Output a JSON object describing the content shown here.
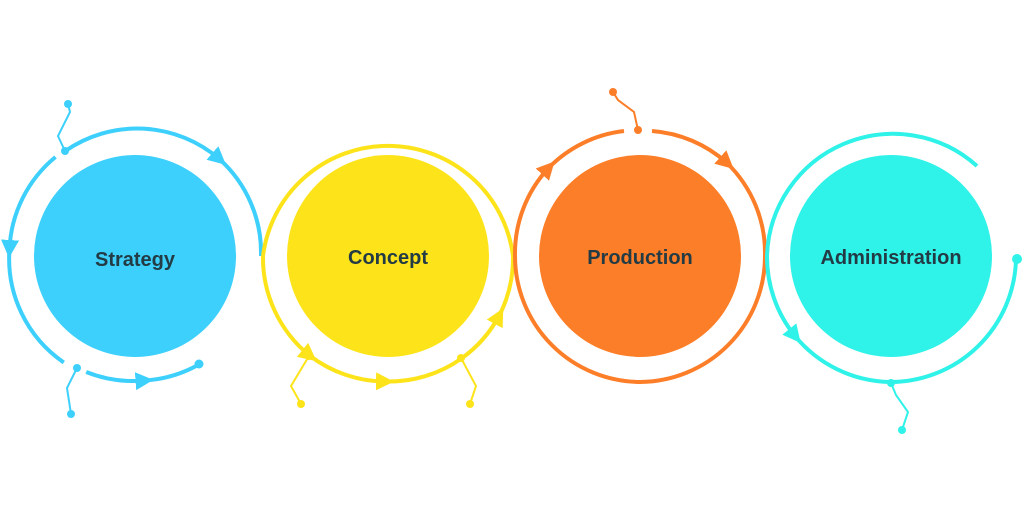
{
  "stages": [
    {
      "label": "Strategy",
      "color": "#3dd0fc"
    },
    {
      "label": "Concept",
      "color": "#fde41a"
    },
    {
      "label": "Production",
      "color": "#fd7e28"
    },
    {
      "label": "Administration",
      "color": "#2ff2e8"
    }
  ],
  "text_color": "#233b44"
}
